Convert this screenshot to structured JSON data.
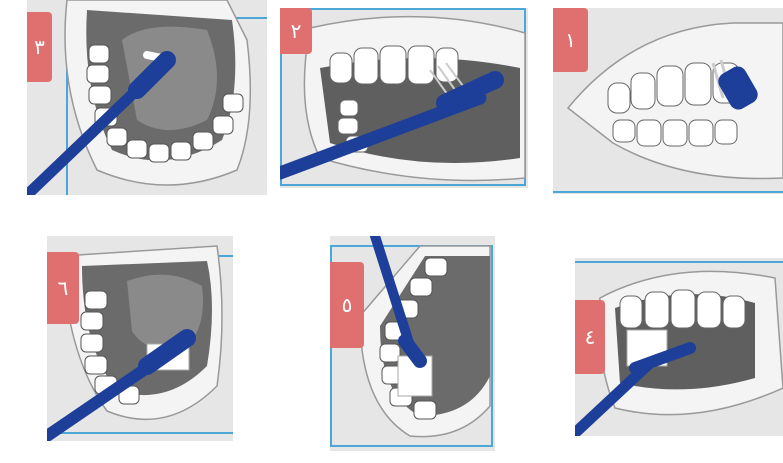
{
  "steps": [
    {
      "id": "p1",
      "number": "١"
    },
    {
      "id": "p2",
      "number": "٢"
    },
    {
      "id": "p3",
      "number": "٣"
    },
    {
      "id": "p4",
      "number": "٤"
    },
    {
      "id": "p5",
      "number": "٥"
    },
    {
      "id": "p6",
      "number": "٦"
    }
  ],
  "colors": {
    "badge": "#e0706f",
    "brush": "#1e3f99",
    "frame": "#4aa7d6",
    "mouth_dark": "#6e6e6e",
    "background": "#e3e3e3"
  }
}
